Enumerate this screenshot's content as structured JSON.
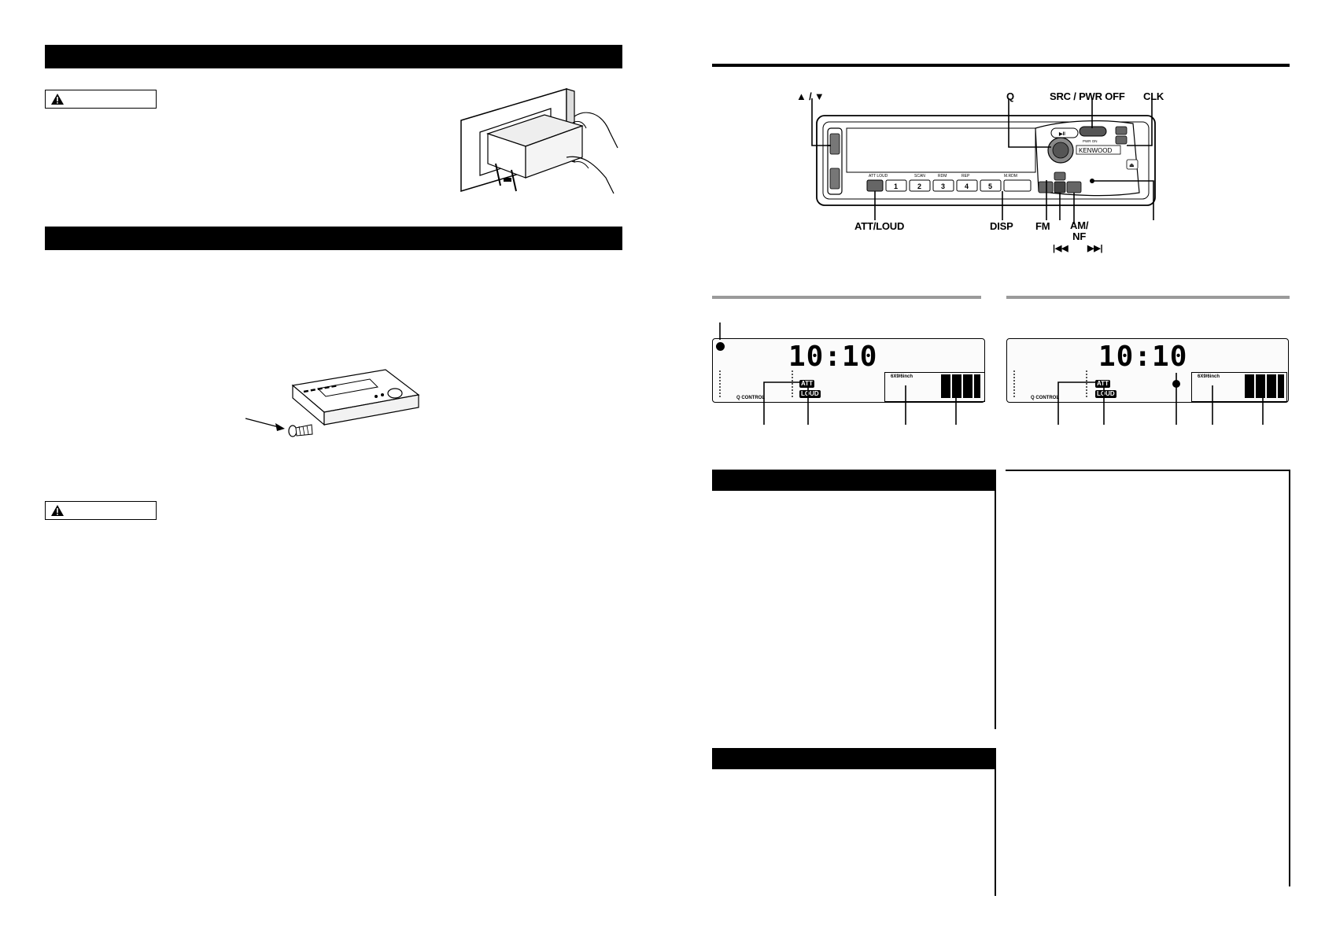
{
  "device": {
    "brand": "KENWOOD",
    "pwr_on": "PWR ON",
    "loud_tiny": "ATT LOUD",
    "scan_tiny": "SCAN",
    "rdm_tiny": "RDM",
    "rep_tiny": "REP",
    "mrdm_tiny": "M.RDM",
    "presets": [
      "1",
      "2",
      "3",
      "4",
      "5"
    ]
  },
  "callouts": {
    "up_down": "▲ / ▼",
    "q": "Q",
    "src": "SRC / PWR OFF",
    "clk": "CLK",
    "att_loud": "ATT/LOUD",
    "disp": "DISP",
    "fm": "FM",
    "am_nf": "AM/\nNF",
    "prev": "|◀◀",
    "next": "▶▶|"
  },
  "displays": [
    {
      "time": "10:10",
      "att": "ATT",
      "loud": "LOUD",
      "speaker": "6X9/6inch",
      "qcontrol": "Q CONTROL"
    },
    {
      "time": "10:10",
      "att": "ATT",
      "loud": "LOUD",
      "speaker": "6X9/6inch",
      "qcontrol": "Q CONTROL"
    }
  ]
}
